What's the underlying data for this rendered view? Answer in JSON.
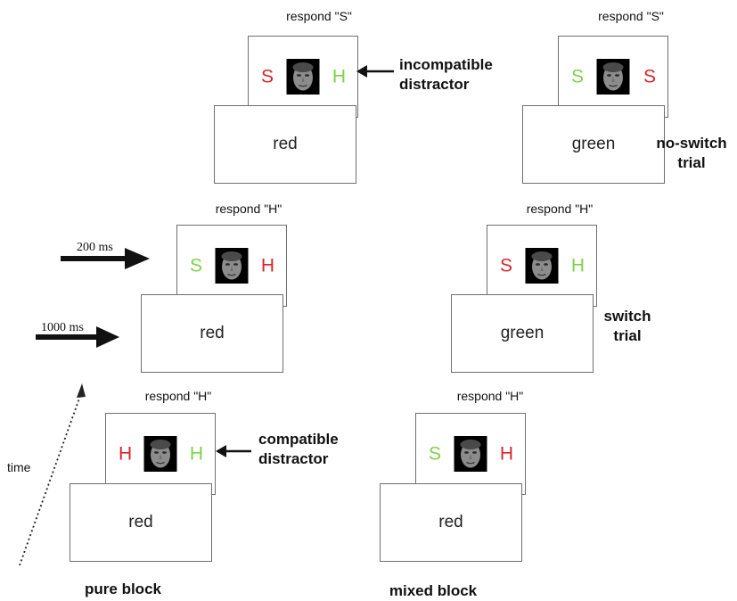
{
  "colors": {
    "red": "#d7262b",
    "green": "#7fd14a"
  },
  "columns": [
    {
      "name": "pure",
      "label": "pure block",
      "trials": [
        {
          "respond": "respond \"H\"",
          "cue": "red",
          "left": {
            "letter": "H",
            "color": "red"
          },
          "right": {
            "letter": "H",
            "color": "green"
          },
          "annotation": [
            "compatible",
            "distractor"
          ]
        },
        {
          "respond": "respond \"H\"",
          "cue": "red",
          "left": {
            "letter": "S",
            "color": "green"
          },
          "right": {
            "letter": "H",
            "color": "red"
          }
        },
        {
          "respond": "respond \"S\"",
          "cue": "red",
          "left": {
            "letter": "S",
            "color": "red"
          },
          "right": {
            "letter": "H",
            "color": "green"
          },
          "annotation": [
            "incompatible",
            "distractor"
          ]
        }
      ]
    },
    {
      "name": "mixed",
      "label": "mixed block",
      "trials": [
        {
          "respond": "respond \"H\"",
          "cue": "red",
          "left": {
            "letter": "S",
            "color": "green"
          },
          "right": {
            "letter": "H",
            "color": "red"
          }
        },
        {
          "respond": "respond \"H\"",
          "cue": "green",
          "left": {
            "letter": "S",
            "color": "red"
          },
          "right": {
            "letter": "H",
            "color": "green"
          },
          "annotation": [
            "switch",
            "trial"
          ]
        },
        {
          "respond": "respond \"S\"",
          "cue": "green",
          "left": {
            "letter": "S",
            "color": "green"
          },
          "right": {
            "letter": "S",
            "color": "red"
          },
          "annotation": [
            "no-switch",
            "trial"
          ]
        }
      ]
    }
  ],
  "timing": {
    "stimulus": "200 ms",
    "cue": "1000 ms"
  },
  "time_label": "time"
}
